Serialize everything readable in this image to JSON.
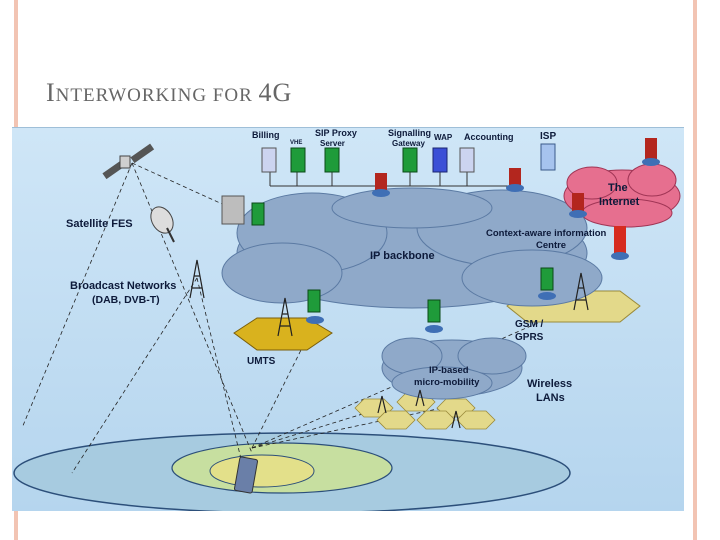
{
  "slide": {
    "title_first_letter": "I",
    "title_rest": "NTERWORKING FOR ",
    "title_four": "4",
    "title_g": "G"
  },
  "diagram": {
    "top_labels": {
      "billing": "Billing",
      "vhe": "VHE",
      "sip_proxy_line1": "SIP Proxy",
      "sip_proxy_line2": "Server",
      "signalling_line1": "Signalling",
      "signalling_line2": "Gateway",
      "wap": "WAP",
      "accounting": "Accounting",
      "isp": "ISP"
    },
    "internet_line1": "The",
    "internet_line2": "Internet",
    "satellite_fes": "Satellite FES",
    "context_line1": "Context-aware information",
    "context_line2": "Centre",
    "ip_backbone": "IP backbone",
    "broadcast_line1": "Broadcast Networks",
    "broadcast_line2": "(DAB, DVB-T)",
    "gsm_line1": "GSM /",
    "gsm_line2": "GPRS",
    "umts": "UMTS",
    "ip_micro_line1": "IP-based",
    "ip_micro_line2": "micro-mobility",
    "wlan_line1": "Wireless",
    "wlan_line2": "LANs"
  },
  "colors": {
    "background": "#b5d5ee",
    "cloud": "#8fa9c9",
    "internet_cloud": "#e66f8f",
    "umts_cell": "#d9b21e",
    "gsm_cell": "#e3d98a",
    "wlan_cell": "#e3d98a",
    "server_green": "#1f9b3a",
    "router_red": "#b3261e"
  }
}
